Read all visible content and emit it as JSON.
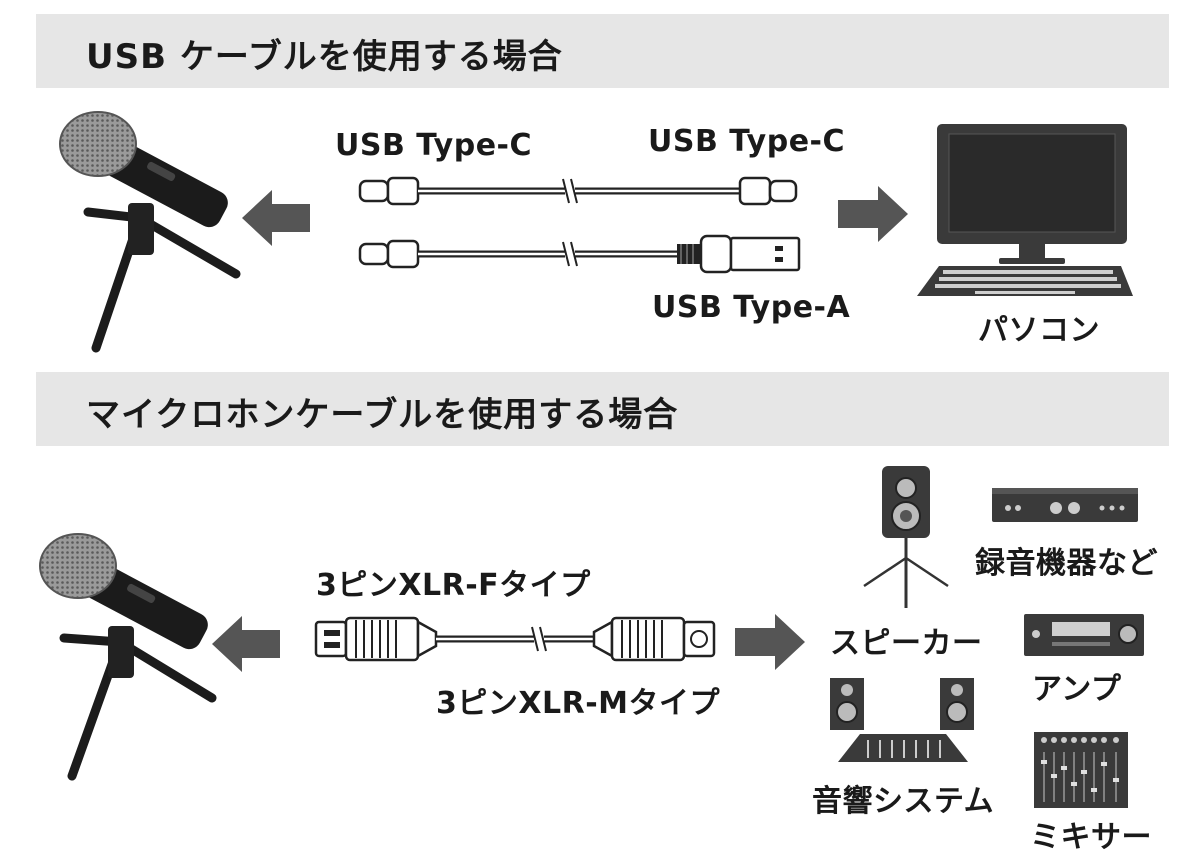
{
  "sections": [
    {
      "title": "USB ケーブルを使用する場合",
      "cable_labels": {
        "top_left": "USB Type-C",
        "top_right": "USB Type-C",
        "bottom_right": "USB Type-A"
      },
      "device_label": "パソコン"
    },
    {
      "title": "マイクロホンケーブルを使用する場合",
      "cable_labels": {
        "female": "3ピンXLR-Fタイプ",
        "male": "3ピンXLR-Mタイプ"
      },
      "devices": {
        "speaker": "スピーカー",
        "recorder": "録音機器など",
        "amp": "アンプ",
        "sound_system": "音響システム",
        "mixer": "ミキサー"
      }
    }
  ],
  "colors": {
    "banner": "#e6e6e6",
    "arrow": "#555555",
    "device": "#3a3a3a"
  },
  "icons": [
    "microphone-icon",
    "usb-c-connector-icon",
    "usb-a-connector-icon",
    "computer-icon",
    "xlr-female-connector-icon",
    "xlr-male-connector-icon",
    "speaker-stand-icon",
    "recorder-icon",
    "amplifier-icon",
    "sound-system-icon",
    "mixer-icon"
  ]
}
